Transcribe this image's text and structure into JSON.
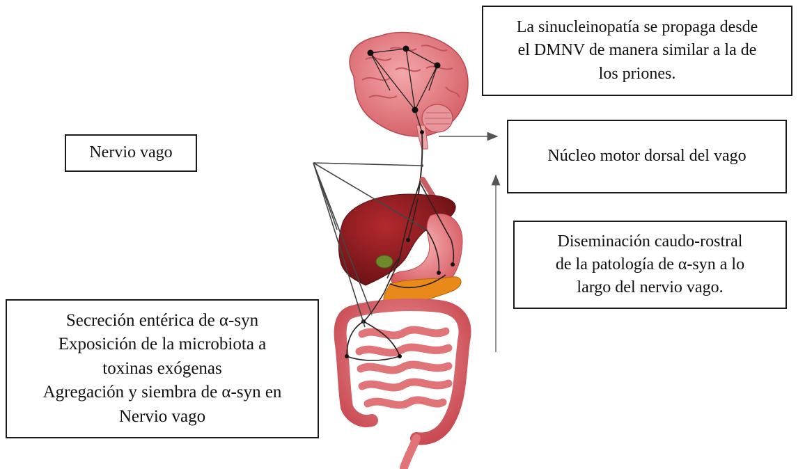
{
  "boxes": {
    "prion_spread": {
      "lines": [
        "La sinucleinopatía se propaga desde",
        "el DMNV de manera similar a la de",
        "los priones."
      ]
    },
    "vagus_nerve": {
      "label": "Nervio vago"
    },
    "dmnv": {
      "label": "Núcleo motor dorsal del vago"
    },
    "caudo_rostral": {
      "lines": [
        "Diseminación caudo-rostral",
        "de la patología de α-syn a lo",
        "largo del nervio vago."
      ]
    },
    "enteric": {
      "lines": [
        "Secreción entérica de α-syn",
        "Exposición de la microbiota a",
        "toxinas exógenas",
        "Agregación y siembra de α-syn en",
        "Nervio vago"
      ]
    }
  },
  "colors": {
    "brain": "#e88a8f",
    "brain_dark": "#c4545b",
    "liver": "#8e1d21",
    "stomach": "#e9868a",
    "pancreas": "#e98a18",
    "gallbladder": "#6f8a2a",
    "intestine": "#e7787d",
    "nerve": "#3a2a2a",
    "arrow": "#555555"
  }
}
